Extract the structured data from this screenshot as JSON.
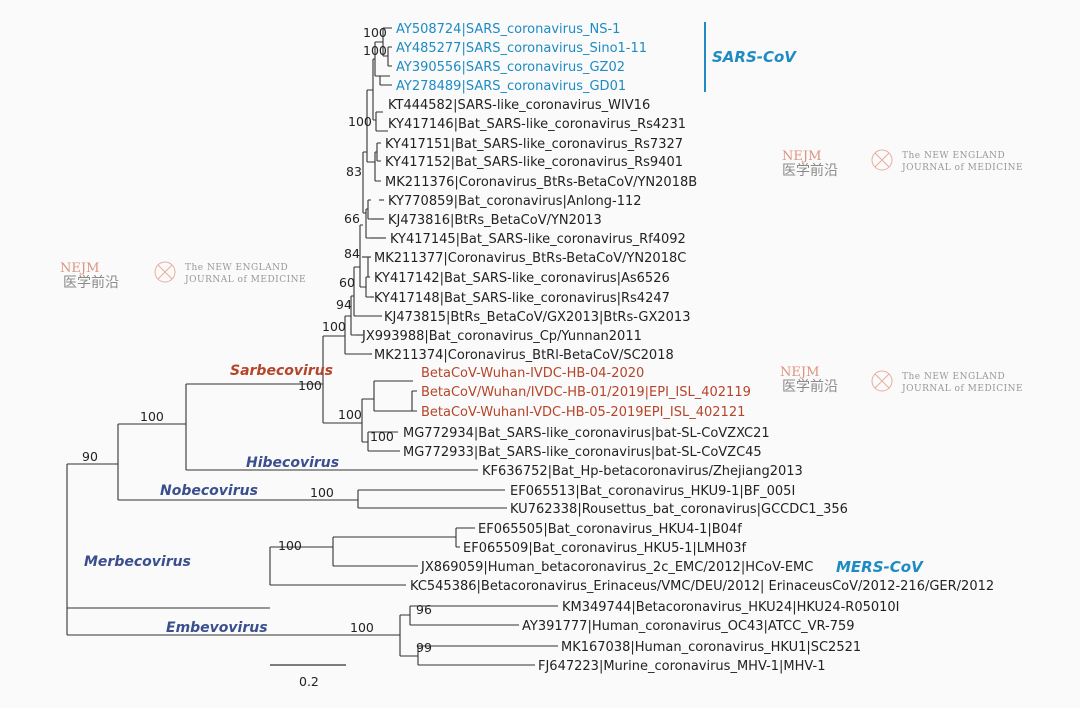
{
  "leaves": [
    "AY508724|SARS_coronavirus_NS-1",
    "AY485277|SARS_coronavirus_Sino1-11",
    "AY390556|SARS_coronavirus_GZ02",
    "AY278489|SARS_coronavirus_GD01",
    "KT444582|SARS-like_coronavirus_WIV16",
    "KY417146|Bat_SARS-like_coronavirus_Rs4231",
    "KY417151|Bat_SARS-like_coronavirus_Rs7327",
    "KY417152|Bat_SARS-like_coronavirus_Rs9401",
    "MK211376|Coronavirus_BtRs-BetaCoV/YN2018B",
    "KY770859|Bat_coronavirus|Anlong-112",
    "KJ473816|BtRs_BetaCoV/YN2013",
    "KY417145|Bat_SARS-like_coronavirus_Rf4092",
    "MK211377|Coronavirus_BtRs-BetaCoV/YN2018C",
    "KY417142|Bat_SARS-like_coronavirus|As6526",
    "KY417148|Bat_SARS-like_coronavirus|Rs4247",
    "KJ473815|BtRs_BetaCoV/GX2013|BtRs-GX2013",
    "JX993988|Bat_coronavirus_Cp/Yunnan2011",
    "MK211374|Coronavirus_BtRl-BetaCoV/SC2018",
    "BetaCoV-Wuhan-IVDC-HB-04-2020",
    "BetaCoV/Wuhan/IVDC-HB-01/2019|EPI_ISL_402119",
    "BetaCoV-WuhanI-VDC-HB-05-2019EPI_ISL_402121",
    "MG772934|Bat_SARS-like_coronavirus|bat-SL-CoVZXC21",
    "MG772933|Bat_SARS-like_coronavirus|bat-SL-CoVZC45",
    "KF636752|Bat_Hp-betacoronavirus/Zhejiang2013",
    "EF065513|Bat_coronavirus_HKU9-1|BF_005I",
    "KU762338|Rousettus_bat_coronavirus|GCCDC1_356",
    "EF065505|Bat_coronavirus_HKU4-1|B04f",
    "EF065509|Bat_coronavirus_HKU5-1|LMH03f",
    "JX869059|Human_betacoronavirus_2c_EMC/2012|HCoV-EMC",
    "KC545386|Betacoronavirus_Erinaceus/VMC/DEU/2012| ErinaceusCoV/2012-216/GER/2012",
    "KM349744|Betacoronavirus_HKU24|HKU24-R05010I",
    "AY391777|Human_coronavirus_OC43|ATCC_VR-759",
    "MK167038|Human_coronavirus_HKU1|SC2521",
    "FJ647223|Murine_coronavirus_MHV-1|MHV-1"
  ],
  "bootstrap": {
    "sars_top": "100",
    "sars_inner": "100",
    "wiv16": "100",
    "n83": "83",
    "n66": "66",
    "n84": "84",
    "n60": "60",
    "n94": "94",
    "n100a": "100",
    "sarbeco_root": "100",
    "wuhan": "100",
    "zc": "100",
    "beta_core": "100",
    "root": "90",
    "nobeco": "100",
    "merbeco": "100",
    "embevo": "100",
    "n96": "96",
    "n99": "99"
  },
  "genera": {
    "sarbecovirus": "Sarbecovirus",
    "hibecovirus": "Hibecovirus",
    "nobecovirus": "Nobecovirus",
    "merbecovirus": "Merbecovirus",
    "embevovirus": "Embevovirus"
  },
  "groups": {
    "sars_cov": "SARS-CoV",
    "mers_cov": "MERS-CoV"
  },
  "scale_bar": "0.2",
  "watermark": {
    "logo": "NEJM",
    "chinese": "医学前沿",
    "english_1": "The NEW ENGLAND",
    "english_2": "JOURNAL of MEDICINE"
  },
  "colors": {
    "sars_blue": "#1e8bc3",
    "wuhan_red": "#b5452a",
    "genus_blue": "#3a4f8e"
  }
}
